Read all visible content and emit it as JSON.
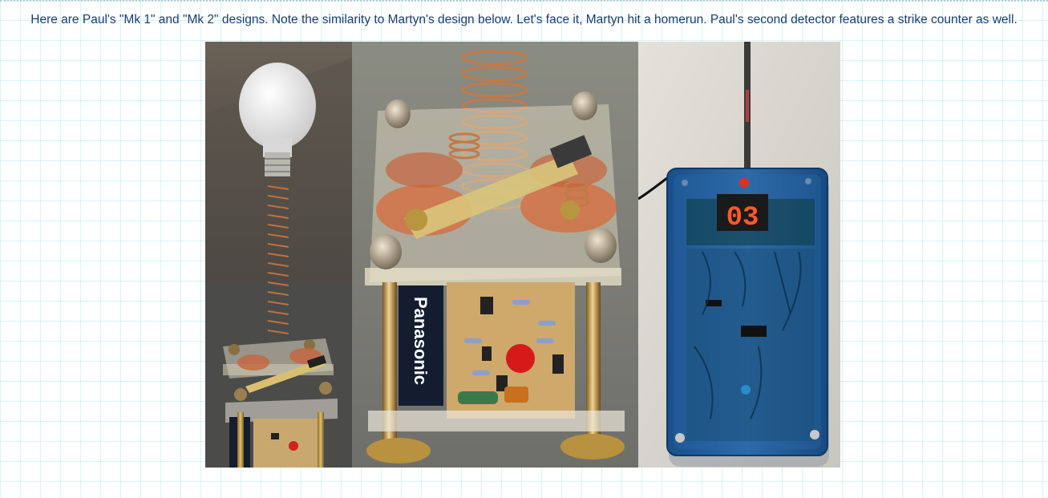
{
  "caption": "Here are Paul's \"Mk 1\" and \"Mk 2\" designs. Note the similarity to Martyn's design below. Let's face it, Martyn hit a homerun. Paul's second detector features a strike counter as well.",
  "photos": [
    {
      "battery_brand": "Panasonic"
    },
    {
      "battery_brand": "Panasonic"
    },
    {
      "counter_display": "03"
    }
  ]
}
